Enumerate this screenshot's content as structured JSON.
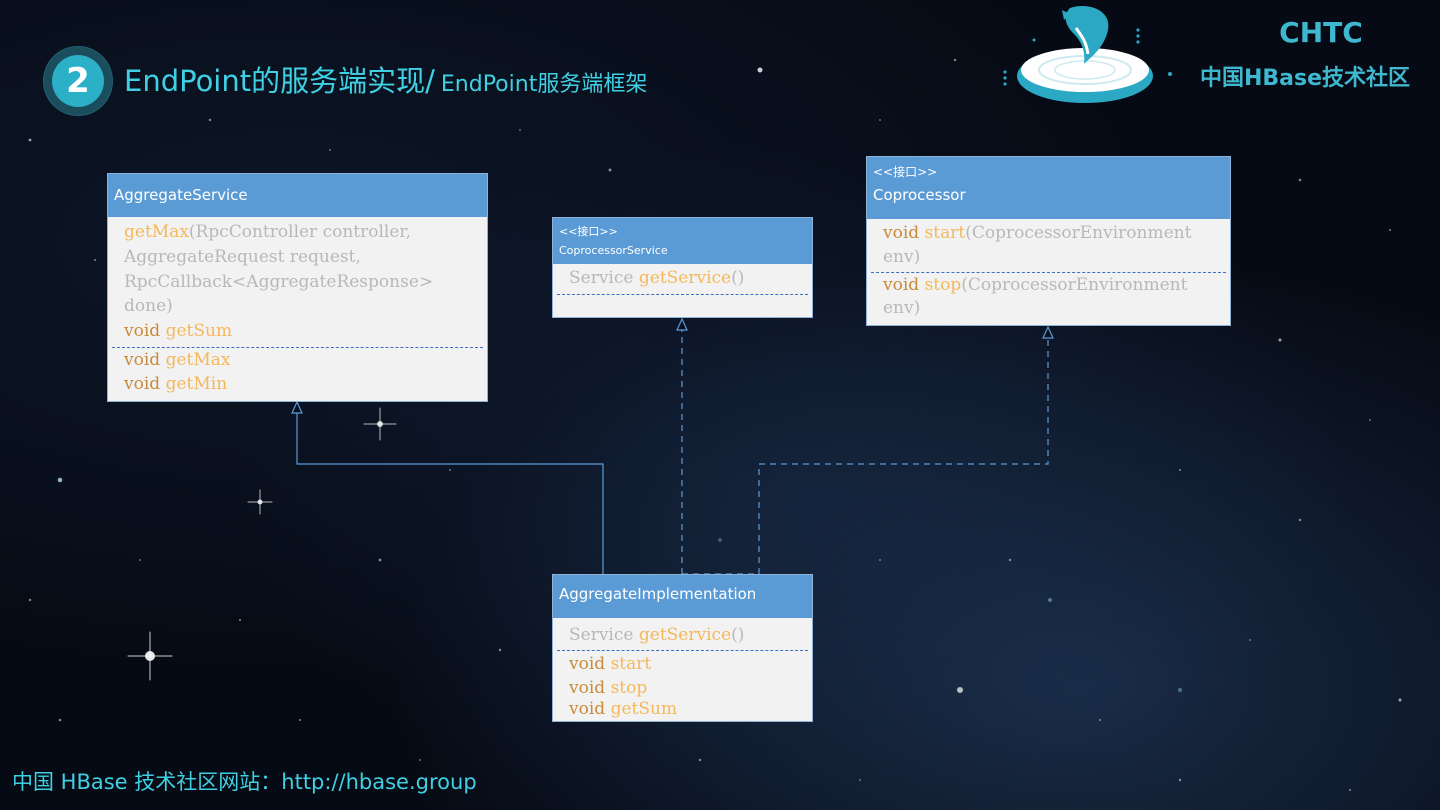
{
  "header": {
    "number": "2",
    "title_main": "EndPoint的服务端实现/",
    "title_sub": "EndPoint服务端框架"
  },
  "brand": {
    "line1": "CHTC",
    "line2": "中国HBase技术社区"
  },
  "footer": {
    "text": "中国 HBase 技术社区网站：http://hbase.group"
  },
  "diagram": {
    "aggregate_service": {
      "name": "AggregateService",
      "ops": [
        {
          "ret": "",
          "name": "getMax",
          "args": "(RpcController controller,"
        },
        {
          "ret": "",
          "name": "",
          "args": "AggregateRequest request,"
        },
        {
          "ret": "",
          "name": "",
          "args": "RpcCallback<AggregateResponse>"
        },
        {
          "ret": "",
          "name": "",
          "args": "done)"
        },
        {
          "ret": "void",
          "name": "getSum",
          "args": ""
        },
        {
          "ret": "void",
          "name": "getMax",
          "args": ""
        },
        {
          "ret": "void",
          "name": "getMin",
          "args": ""
        }
      ]
    },
    "coprocessor_service": {
      "stereotype": "<<接口>>",
      "name": "CoprocessorService",
      "ops": [
        {
          "ret": "Service",
          "name": "getService",
          "args": "()"
        }
      ]
    },
    "coprocessor": {
      "stereotype": "<<接口>>",
      "name": "Coprocessor",
      "ops": [
        {
          "ret": "void",
          "name": "start",
          "args": "(CoprocessorEnvironment"
        },
        {
          "ret": "",
          "name": "",
          "args": "env)"
        },
        {
          "ret": "void",
          "name": "stop",
          "args": "(CoprocessorEnvironment"
        },
        {
          "ret": "",
          "name": "",
          "args": "env)"
        }
      ]
    },
    "aggregate_implementation": {
      "name": "AggregateImplementation",
      "ops": [
        {
          "ret": "Service",
          "name": "getService",
          "args": "()"
        },
        {
          "ret": "void",
          "name": "start",
          "args": ""
        },
        {
          "ret": "void",
          "name": "stop",
          "args": ""
        },
        {
          "ret": "void",
          "name": "getSum",
          "args": ""
        }
      ]
    }
  },
  "colors": {
    "accent": "#3fd0e3",
    "uml_header": "#5b9bd5",
    "keyword": "#c98a3a",
    "method": "#f5b85a"
  }
}
